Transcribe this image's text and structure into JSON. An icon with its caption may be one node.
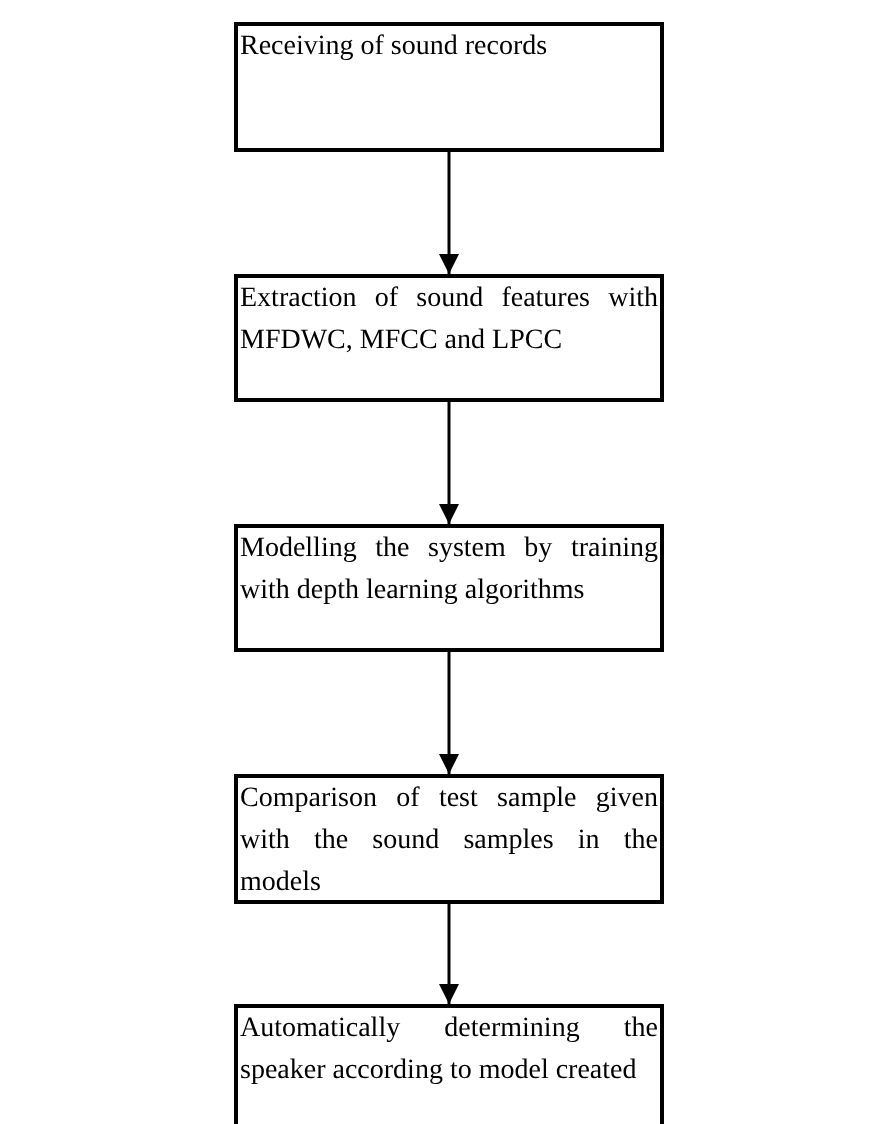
{
  "diagram": {
    "nodes": [
      {
        "text": [
          "Receiving of sound records"
        ]
      },
      {
        "text": [
          "Extraction of sound features with MFDWC, MFCC and LPCC"
        ]
      },
      {
        "text": [
          "Modelling the system by training with depth learning algorithms"
        ]
      },
      {
        "text": [
          "Comparison of test sample given with the sound samples in the models"
        ]
      },
      {
        "text": [
          "Automatically determining the speaker according to model created"
        ]
      }
    ],
    "edges": [
      {
        "from": 0,
        "to": 1,
        "arrow": "to"
      },
      {
        "from": 1,
        "to": 2,
        "arrow": "to"
      },
      {
        "from": 2,
        "to": 3,
        "arrow": "to"
      },
      {
        "from": 3,
        "to": 4,
        "arrow": "to"
      }
    ]
  }
}
